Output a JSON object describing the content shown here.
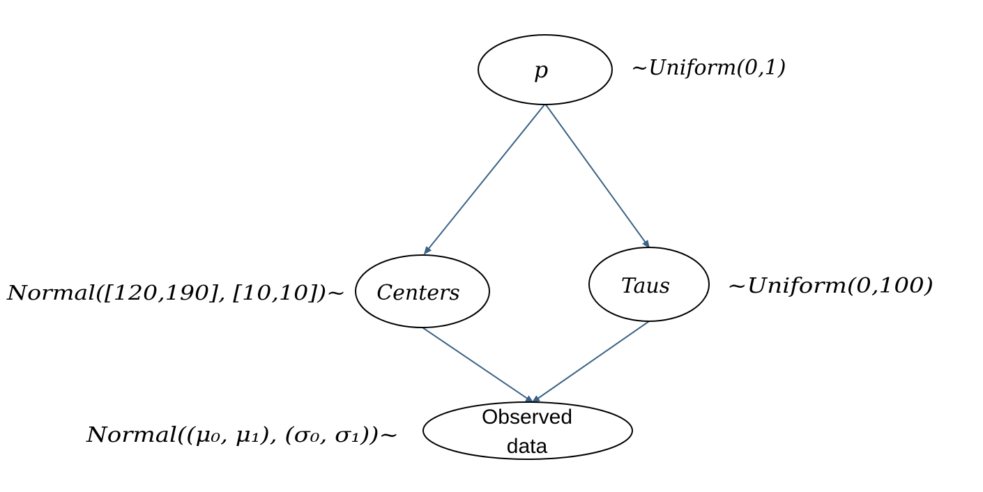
{
  "nodes": {
    "p": {
      "label": "p",
      "distribution": "~Uniform(0,1)"
    },
    "centers": {
      "label": "Centers",
      "distribution": "Normal([120,190], [10,10])~"
    },
    "taus": {
      "label": "Taus",
      "distribution": "~Uniform(0,100)"
    },
    "observed": {
      "label_line1": "Observed",
      "label_line2": "data",
      "distribution_prefix": "Normal",
      "distribution_args": "((μ₀, μ₁), (σ₀, σ₁))~"
    }
  },
  "colors": {
    "edge": "#3a6286",
    "node_stroke": "#000000"
  }
}
